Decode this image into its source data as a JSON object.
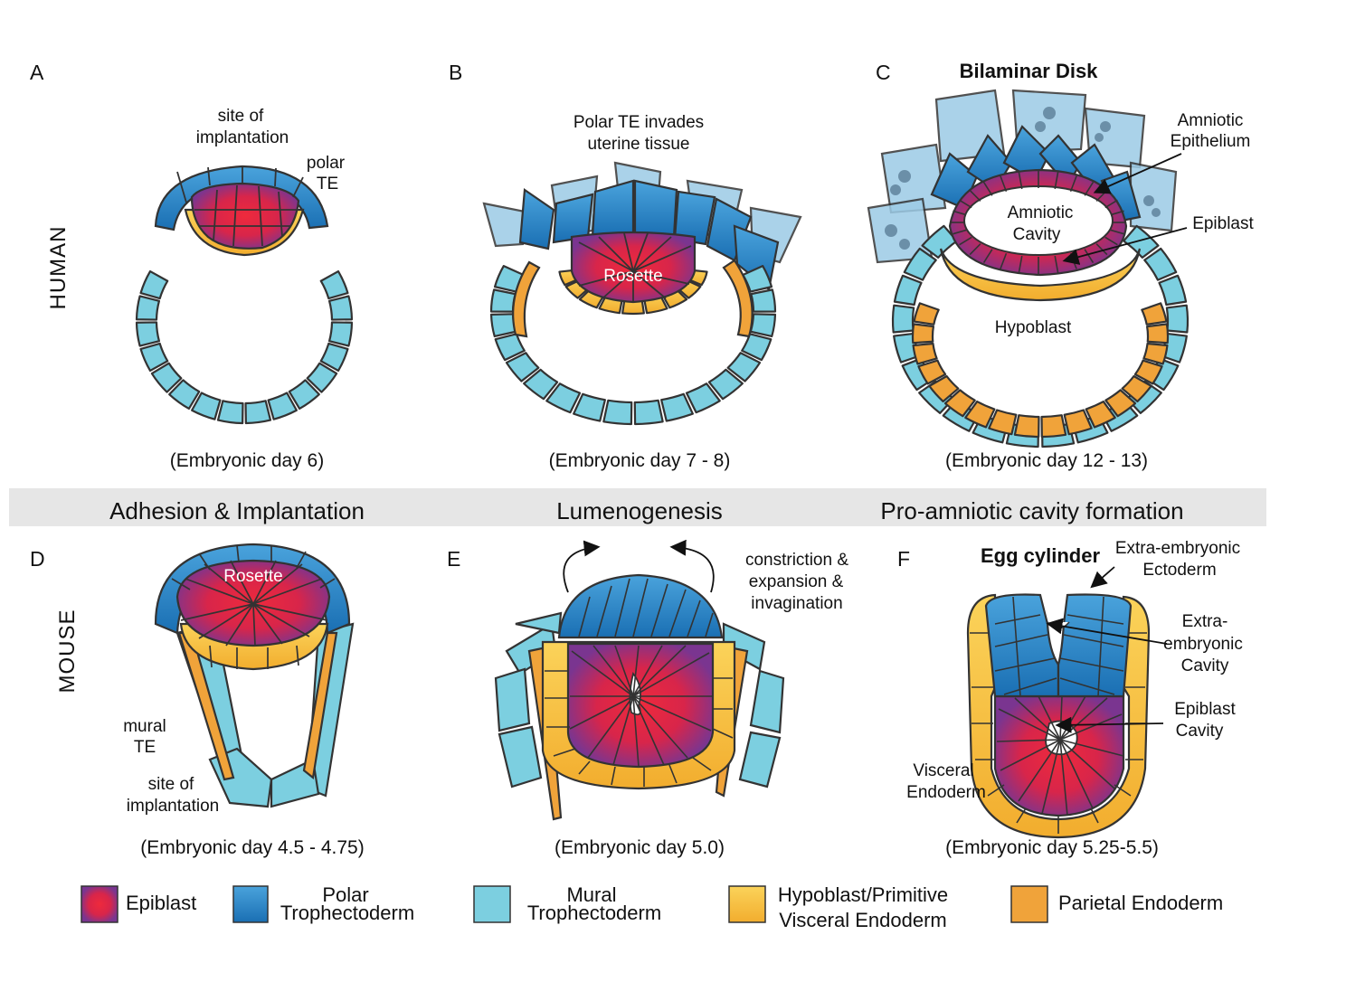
{
  "panels": {
    "A": {
      "letter": "A",
      "caption": "(Embryonic day 6)",
      "labels": {
        "site": [
          "site of",
          "implantation"
        ],
        "polar_te": [
          "polar",
          "TE"
        ]
      }
    },
    "B": {
      "letter": "B",
      "caption": "(Embryonic day 7 - 8)",
      "labels": {
        "invades": [
          "Polar TE invades",
          "uterine tissue"
        ],
        "rosette": "Rosette"
      }
    },
    "C": {
      "letter": "C",
      "title": "Bilaminar Disk",
      "caption": "(Embryonic day 12 - 13)",
      "labels": {
        "amniotic_epi": [
          "Amniotic",
          "Epithelium"
        ],
        "amniotic_cav": [
          "Amniotic",
          "Cavity"
        ],
        "epiblast": "Epiblast",
        "hypoblast": "Hypoblast"
      }
    },
    "D": {
      "letter": "D",
      "caption": "(Embryonic day 4.5 - 4.75)",
      "labels": {
        "rosette": "Rosette",
        "mural": [
          "mural",
          "TE"
        ],
        "site": [
          "site of",
          "implantation"
        ]
      }
    },
    "E": {
      "letter": "E",
      "caption": "(Embryonic day 5.0)",
      "labels": {
        "constriction": [
          "constriction &",
          "expansion &",
          "invagination"
        ]
      }
    },
    "F": {
      "letter": "F",
      "title": "Egg cylinder",
      "caption": "(Embryonic day 5.25-5.5)",
      "labels": {
        "exe_ecto": [
          "Extra-embryonic",
          "Ectoderm"
        ],
        "exe_cav": [
          "Extra-",
          "embryonic",
          "Cavity"
        ],
        "epi_cav": [
          "Epiblast",
          "Cavity"
        ],
        "visceral": [
          "Visceral",
          "Endoderm"
        ]
      }
    }
  },
  "species": {
    "human": "HUMAN",
    "mouse": "MOUSE"
  },
  "stages": [
    "Adhesion & Implantation",
    "Lumenogenesis",
    "Pro-amniotic cavity formation"
  ],
  "legend": [
    {
      "name": "epiblast",
      "lines": [
        "Epiblast"
      ]
    },
    {
      "name": "polar-te",
      "lines": [
        "Polar",
        "Trophectoderm"
      ]
    },
    {
      "name": "mural-te",
      "lines": [
        "Mural",
        "Trophectoderm"
      ]
    },
    {
      "name": "hypoblast",
      "lines": [
        "Hypoblast/Primitive",
        "Visceral Endoderm"
      ]
    },
    {
      "name": "parietal",
      "lines": [
        "Parietal Endoderm"
      ]
    }
  ],
  "colors": {
    "mural": "#7ccfe0",
    "polar": "#1f7fc4",
    "epiblast_center": "#e8243a",
    "epiblast_edge": "#7a3590",
    "hypoblast": "#f7c23c",
    "parietal": "#f0a33a",
    "band": "#e6e6e6"
  }
}
